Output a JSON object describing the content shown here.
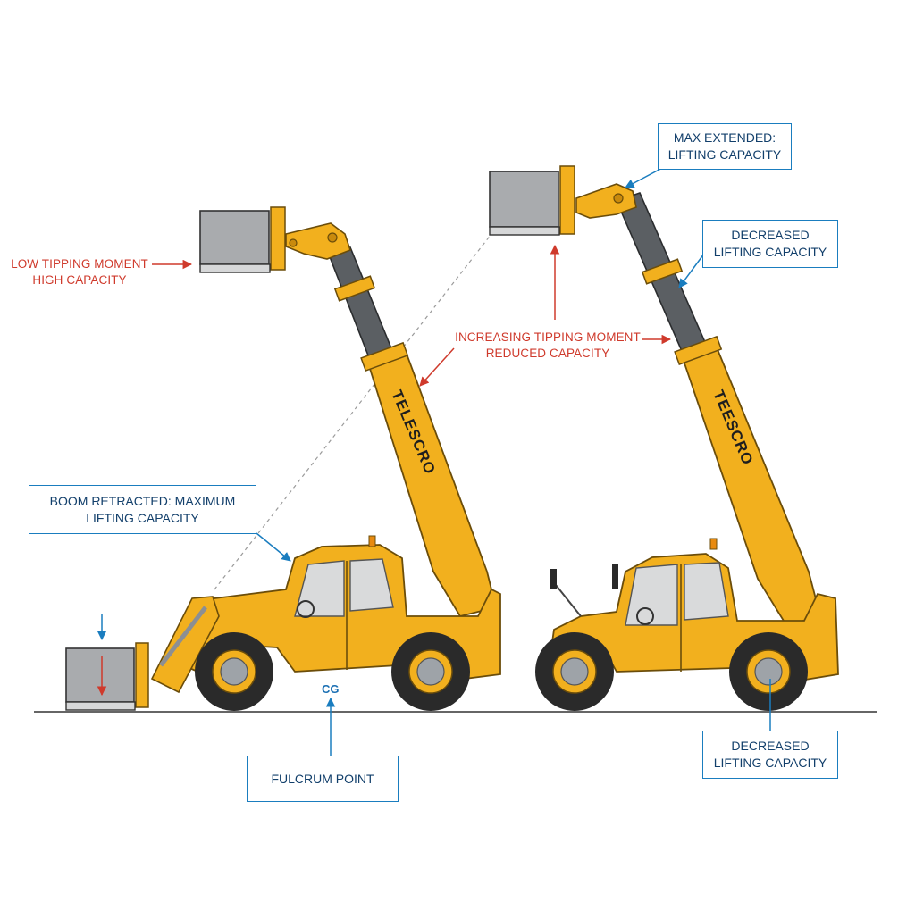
{
  "callouts": {
    "max_extended": {
      "line1": "MAX EXTENDED:",
      "line2": "LIFTING CAPACITY"
    },
    "decreased_top": {
      "line1": "DECREASED",
      "line2": "LIFTING CAPACITY"
    },
    "boom_retracted": {
      "line1": "BOOM RETRACTED: MAXIMUM",
      "line2": "LIFTING CAPACITY"
    },
    "fulcrum": {
      "line1": "FULCRUM POINT"
    },
    "decreased_bottom": {
      "line1": "DECREASED",
      "line2": "LIFTING CAPACITY"
    }
  },
  "red_labels": {
    "low_tipping": {
      "line1": "LOW TIPPING MOMENT",
      "line2": "HIGH CAPACITY"
    },
    "increasing_tipping": {
      "line1": "INCREASING TIPPING MOMENT",
      "line2": "REDUCED CAPACITY"
    }
  },
  "cg_label": "CG",
  "boom_brand_left": "TELESCRO",
  "boom_brand_right": "TEESCRO",
  "colors": {
    "machine_yellow": "#f2b01e",
    "machine_dark_yellow": "#c98a0d",
    "boom_gray": "#5b5f63",
    "tire": "#2a2a2a",
    "hub": "#9ea3a8",
    "load_gray": "#a9abae",
    "callout_blue": "#1a7dbf",
    "label_red": "#cf3a2c"
  }
}
